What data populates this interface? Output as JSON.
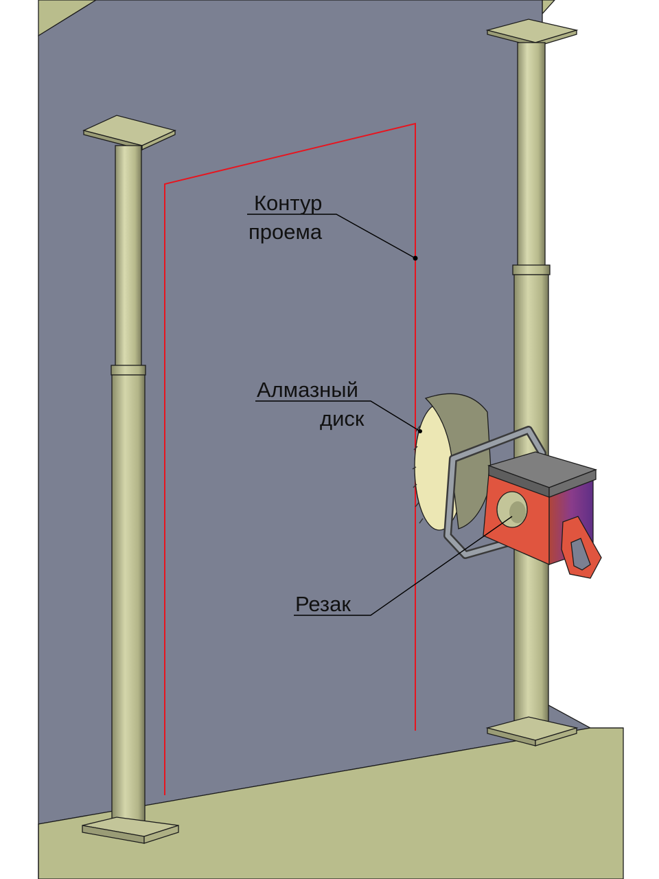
{
  "labels": {
    "opening_contour": [
      "Контур",
      "проема"
    ],
    "diamond_disc": [
      "Алмазный",
      "диск"
    ],
    "cutter": "Резак"
  },
  "colors": {
    "wall": "#7b8092",
    "ceiling_floor": "#b9bd8c",
    "prop": "#c3c599",
    "contour": "#e8141e",
    "cutter_body": "#e0553f",
    "cutter_side": "#7b3aa0",
    "cutter_top": "#7f7f7f",
    "disc": "#ece7b4",
    "guard": "#8e9074"
  }
}
